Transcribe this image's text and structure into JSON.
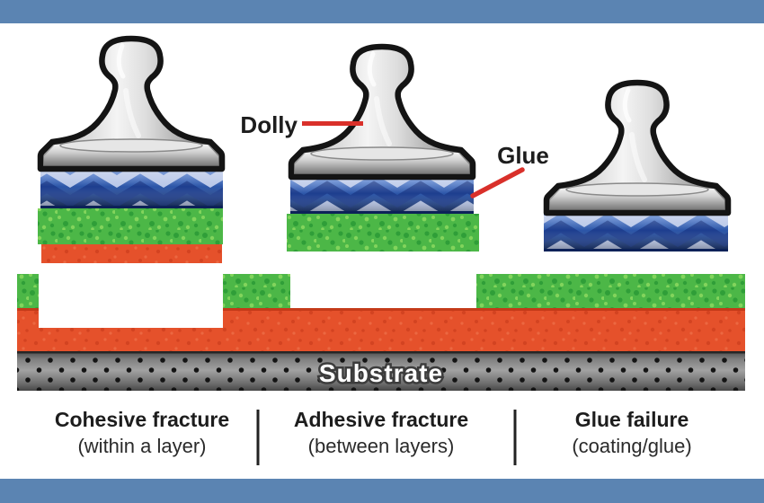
{
  "banner": {
    "color": "#5b84b2"
  },
  "callouts": {
    "dolly_label": "Dolly",
    "glue_label": "Glue",
    "line_color": "#d9302a"
  },
  "substrate_label": "Substrate",
  "captions": [
    {
      "title": "Cohesive fracture",
      "subtitle": "(within a layer)"
    },
    {
      "title": "Adhesive fracture",
      "subtitle": "(between layers)"
    },
    {
      "title": "Glue failure",
      "subtitle": "(coating/glue)"
    }
  ],
  "layers": {
    "glue_blue": "#2c56a8",
    "coating_green": "#4cb747",
    "coating_red": "#e5512b",
    "substrate_gray": "#7d7d7d"
  }
}
